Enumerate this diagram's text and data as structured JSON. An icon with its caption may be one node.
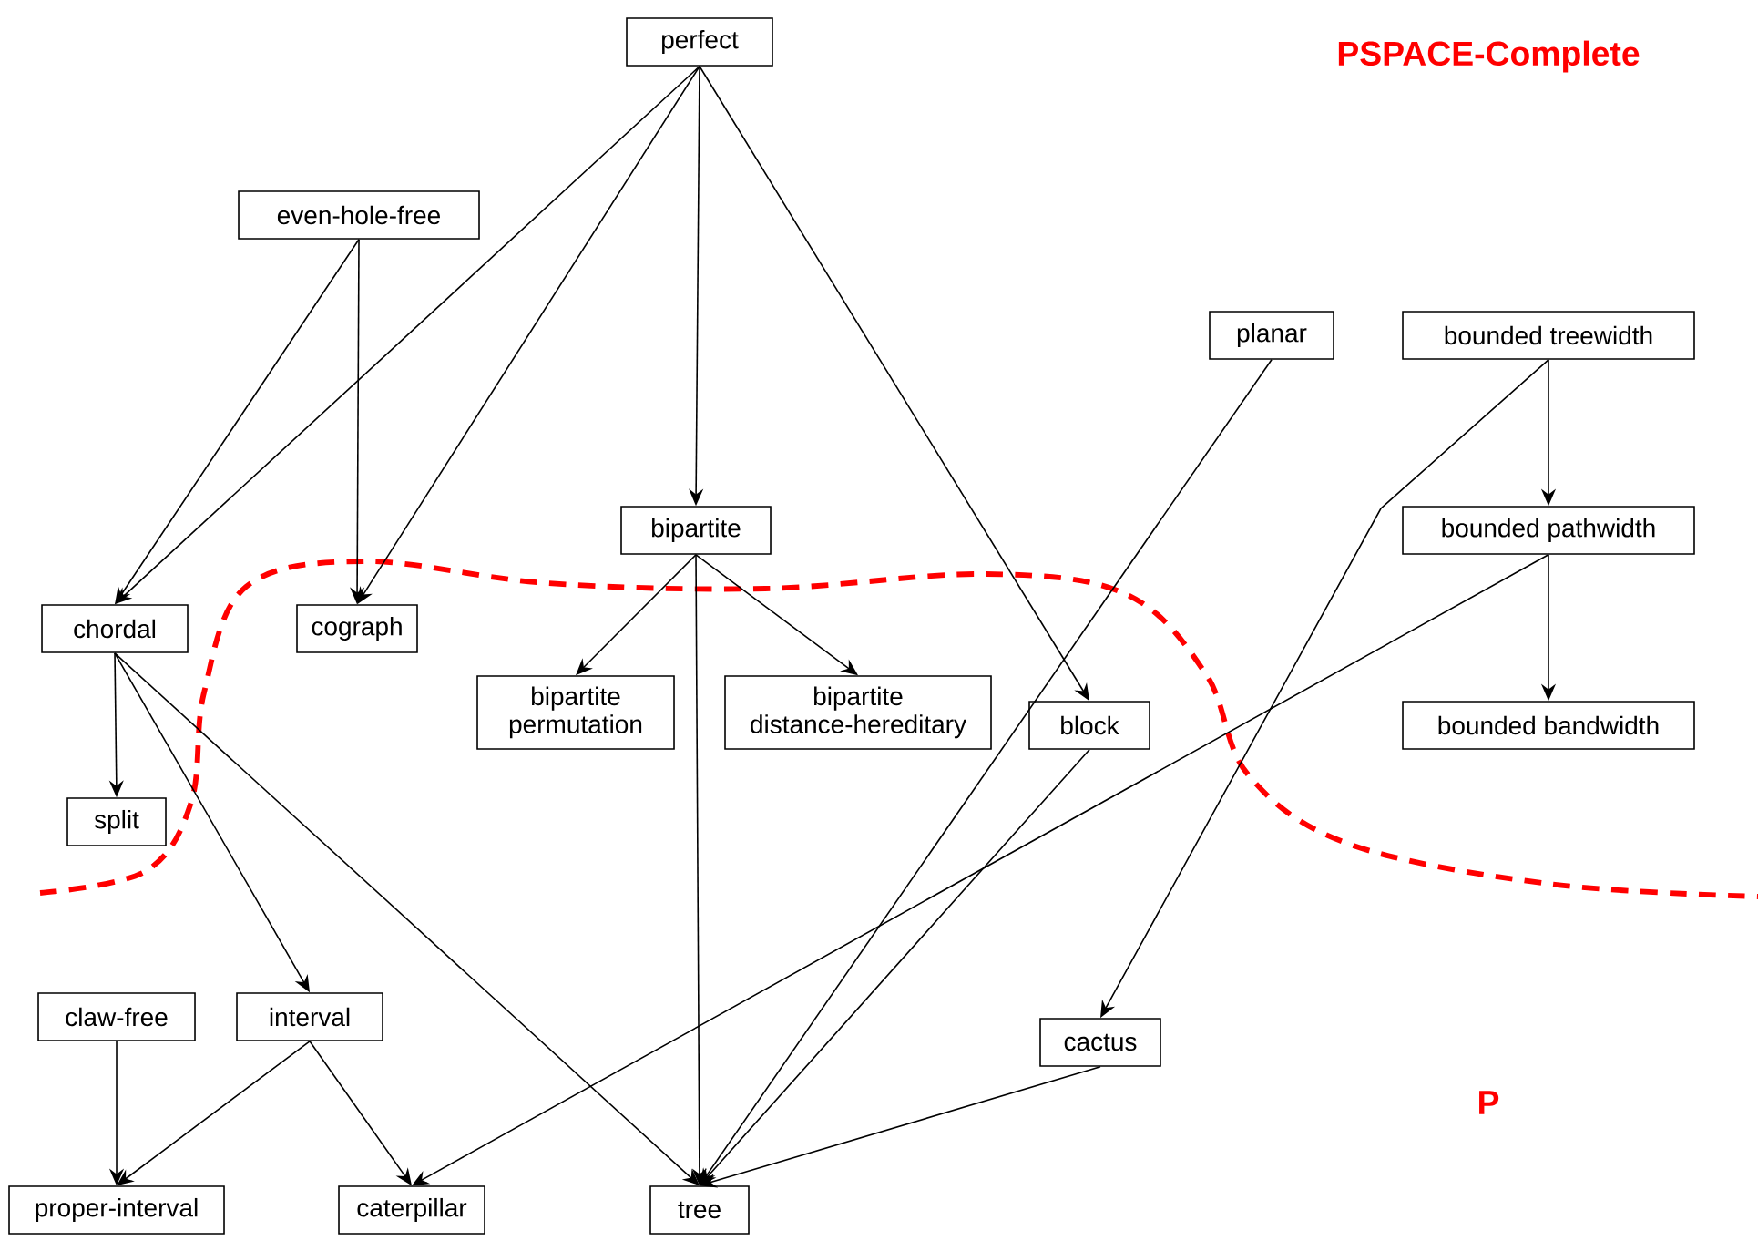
{
  "diagram": {
    "nodes": [
      {
        "text": [
          "perfect"
        ]
      },
      {
        "text": [
          "even-hole-free"
        ]
      },
      {
        "text": [
          "planar"
        ]
      },
      {
        "text": [
          "bounded treewidth"
        ]
      },
      {
        "text": [
          "bipartite"
        ]
      },
      {
        "text": [
          "bounded pathwidth"
        ]
      },
      {
        "text": [
          "chordal"
        ]
      },
      {
        "text": [
          "cograph"
        ]
      },
      {
        "text": [
          "bipartite permutation"
        ]
      },
      {
        "text": [
          "bipartite distance-hereditary"
        ]
      },
      {
        "text": [
          "block"
        ]
      },
      {
        "text": [
          "bounded bandwidth"
        ]
      },
      {
        "text": [
          "split"
        ]
      },
      {
        "text": [
          "claw-free"
        ]
      },
      {
        "text": [
          "interval"
        ]
      },
      {
        "text": [
          "cactus"
        ]
      },
      {
        "text": [
          "proper-interval"
        ]
      },
      {
        "text": [
          "caterpillar"
        ]
      },
      {
        "text": [
          "tree"
        ]
      }
    ],
    "edges": [
      {
        "from": 0,
        "to": 6,
        "arrow": "to"
      },
      {
        "from": 0,
        "to": 7,
        "arrow": "to"
      },
      {
        "from": 0,
        "to": 4,
        "arrow": "to"
      },
      {
        "from": 0,
        "to": 10,
        "arrow": "to"
      },
      {
        "from": 1,
        "to": 6,
        "arrow": "to"
      },
      {
        "from": 1,
        "to": 7,
        "arrow": "to"
      },
      {
        "from": 2,
        "to": 18,
        "arrow": "to"
      },
      {
        "from": 3,
        "to": 5,
        "arrow": "to"
      },
      {
        "from": 3,
        "to": 15,
        "arrow": "to"
      },
      {
        "from": 4,
        "to": 8,
        "arrow": "to"
      },
      {
        "from": 4,
        "to": 9,
        "arrow": "to"
      },
      {
        "from": 4,
        "to": 18,
        "arrow": "to"
      },
      {
        "from": 5,
        "to": 11,
        "arrow": "to"
      },
      {
        "from": 5,
        "to": 17,
        "arrow": "to"
      },
      {
        "from": 6,
        "to": 12,
        "arrow": "to"
      },
      {
        "from": 6,
        "to": 14,
        "arrow": "to"
      },
      {
        "from": 6,
        "to": 18,
        "arrow": "to"
      },
      {
        "from": 10,
        "to": 18,
        "arrow": "to"
      },
      {
        "from": 13,
        "to": 16,
        "arrow": "to"
      },
      {
        "from": 14,
        "to": 16,
        "arrow": "to"
      },
      {
        "from": 14,
        "to": 17,
        "arrow": "to"
      },
      {
        "from": 15,
        "to": 18,
        "arrow": "to"
      }
    ],
    "labels": [
      "PSPACE-Complete",
      "P"
    ]
  }
}
